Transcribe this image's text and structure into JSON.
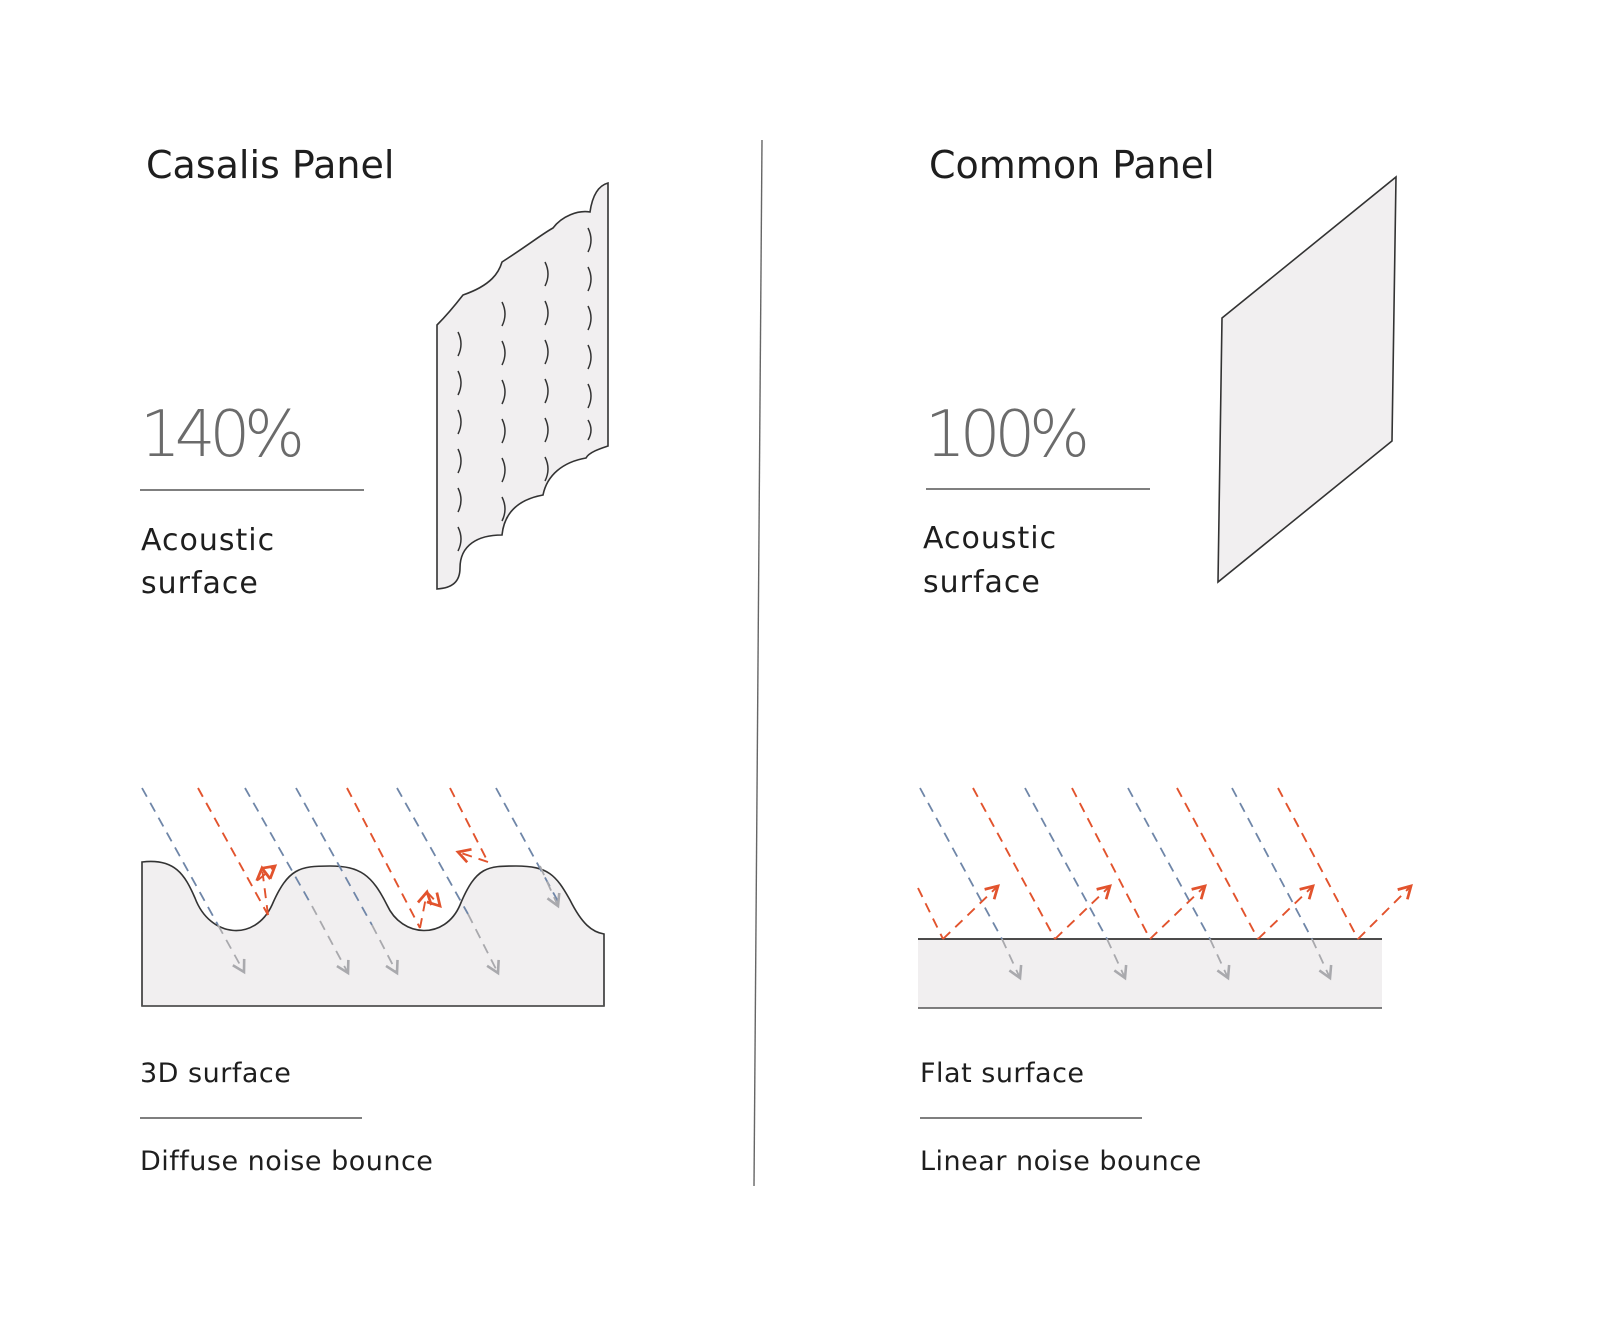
{
  "left": {
    "title": "Casalis Panel",
    "percent": "140%",
    "surface_label_line1": "Acoustic",
    "surface_label_line2": "surface",
    "surface_type": "3D surface",
    "bounce": "Diffuse noise bounce"
  },
  "right": {
    "title": "Common Panel",
    "percent": "100%",
    "surface_label_line1": "Acoustic",
    "surface_label_line2": "surface",
    "surface_type": "Flat surface",
    "bounce": "Linear noise bounce"
  },
  "colors": {
    "incident_blue": "#6f86a8",
    "reflected_red": "#e2532d",
    "absorbed_grey": "#a9a9ad",
    "panel_fill": "#f1eff0",
    "line": "#555555"
  }
}
